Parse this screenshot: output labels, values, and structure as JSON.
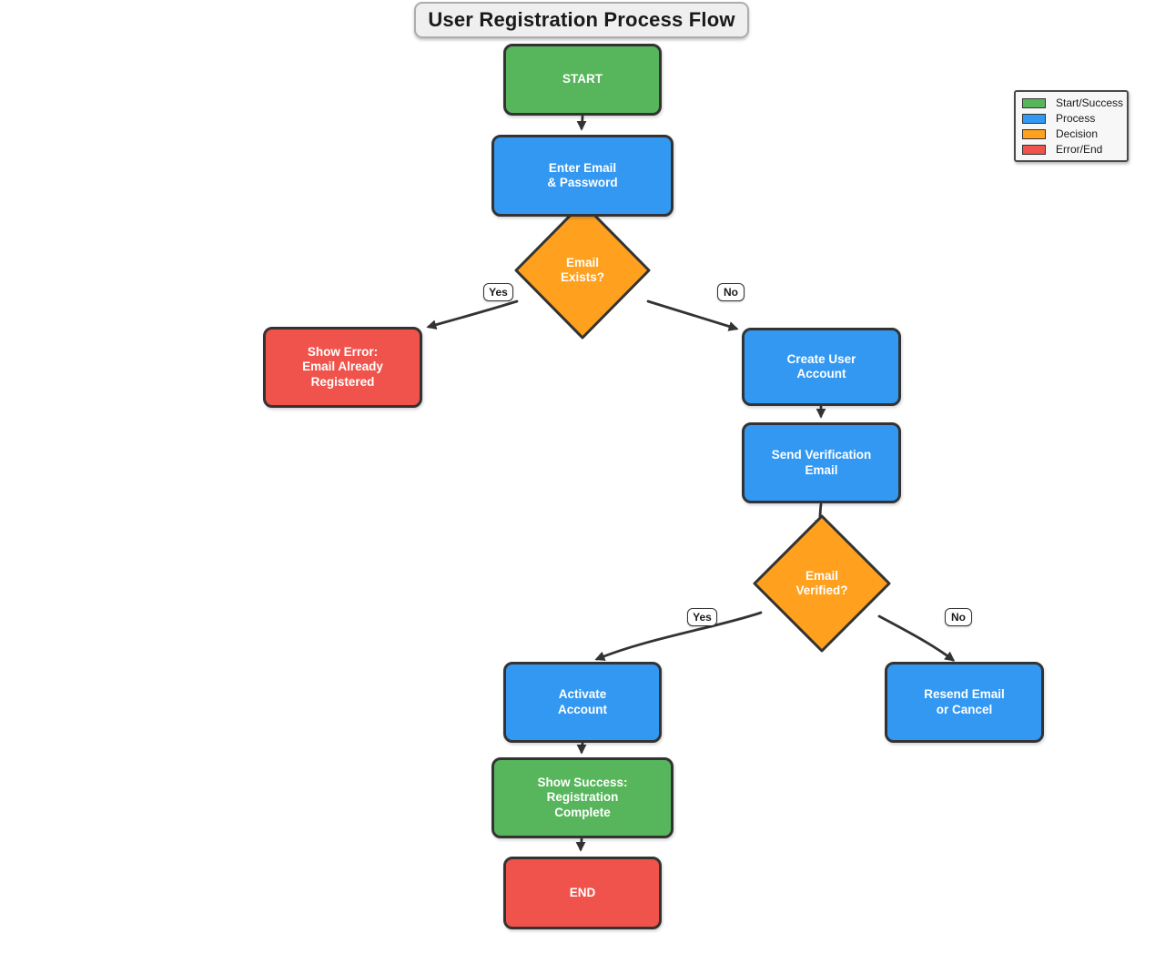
{
  "title": "User Registration Process Flow",
  "colors": {
    "success": "#57B65C",
    "process": "#3398F2",
    "decision": "#FFA01E",
    "error": "#F0534B",
    "border": "#333333",
    "edge": "#333333",
    "node_text": "#FFFFFF"
  },
  "nodes": {
    "start": {
      "label": "START",
      "type": "start_success"
    },
    "enter_credentials": {
      "label": "Enter Email\n& Password",
      "type": "process"
    },
    "email_exists": {
      "label": "Email\nExists?",
      "type": "decision"
    },
    "show_error": {
      "label": "Show Error:\nEmail Already\nRegistered",
      "type": "error_end"
    },
    "create_account": {
      "label": "Create User\nAccount",
      "type": "process"
    },
    "send_verification": {
      "label": "Send Verification\nEmail",
      "type": "process"
    },
    "email_verified": {
      "label": "Email\nVerified?",
      "type": "decision"
    },
    "activate_account": {
      "label": "Activate\nAccount",
      "type": "process"
    },
    "resend_email": {
      "label": "Resend Email\nor Cancel",
      "type": "process"
    },
    "show_success": {
      "label": "Show Success:\nRegistration\nComplete",
      "type": "start_success"
    },
    "end": {
      "label": "END",
      "type": "error_end"
    }
  },
  "edges": [
    {
      "from": "start",
      "to": "enter_credentials",
      "label": ""
    },
    {
      "from": "enter_credentials",
      "to": "email_exists",
      "label": ""
    },
    {
      "from": "email_exists",
      "to": "show_error",
      "label": "Yes"
    },
    {
      "from": "email_exists",
      "to": "create_account",
      "label": "No"
    },
    {
      "from": "create_account",
      "to": "send_verification",
      "label": ""
    },
    {
      "from": "send_verification",
      "to": "email_verified",
      "label": ""
    },
    {
      "from": "email_verified",
      "to": "activate_account",
      "label": "Yes"
    },
    {
      "from": "email_verified",
      "to": "resend_email",
      "label": "No"
    },
    {
      "from": "activate_account",
      "to": "show_success",
      "label": ""
    },
    {
      "from": "show_success",
      "to": "end",
      "label": ""
    }
  ],
  "legend": {
    "items": [
      {
        "label": "Start/Success",
        "color": "#57B65C"
      },
      {
        "label": "Process",
        "color": "#3398F2"
      },
      {
        "label": "Decision",
        "color": "#FFA01E"
      },
      {
        "label": "Error/End",
        "color": "#F0534B"
      }
    ]
  }
}
